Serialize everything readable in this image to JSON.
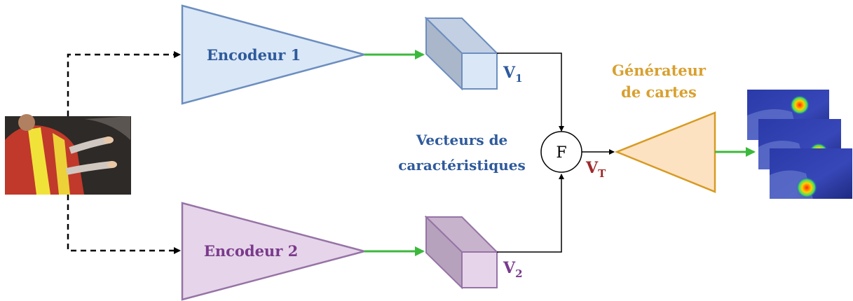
{
  "encoder1": {
    "label": "Encodeur 1",
    "color": "#2E5A9C",
    "fill": "#DAE7F6",
    "stroke": "#6C8EBF"
  },
  "encoder2": {
    "label": "Encodeur 2",
    "color": "#7A3A8C",
    "fill": "#E6D5EA",
    "stroke": "#9673A6"
  },
  "vector1": {
    "label": "V",
    "subscript": "1",
    "color": "#2E5A9C"
  },
  "vector2": {
    "label": "V",
    "subscript": "2",
    "color": "#7A3A8C"
  },
  "fused_vector": {
    "label": "V",
    "subscript": "T",
    "color": "#9E2A2A"
  },
  "fusion": {
    "label": "F"
  },
  "features_caption": {
    "line1": "Vecteurs de",
    "line2": "caractéristiques",
    "color": "#2E5A9C"
  },
  "generator": {
    "line1": "Générateur",
    "line2": "de cartes",
    "color": "#D8A030",
    "fill": "#FDE2C2",
    "stroke": "#D79B23"
  },
  "colors": {
    "flow_arrow": "#3CB83C",
    "dashed_arrow": "#000000",
    "line": "#000000"
  },
  "icons": {
    "input": "driver-photo",
    "output": "heatmap-stack"
  }
}
